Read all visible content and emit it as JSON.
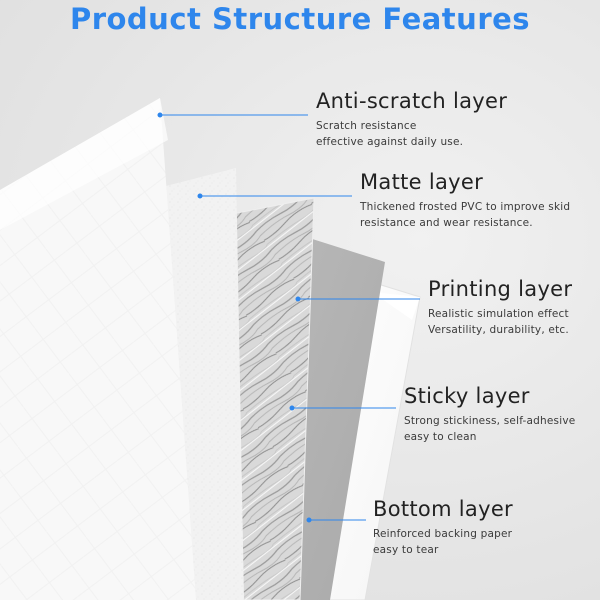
{
  "title": "Product Structure Features",
  "colors": {
    "title": "#2e86ec",
    "leader": "#2e86ec"
  },
  "layers": [
    {
      "name": "Anti-scratch layer",
      "lines": [
        "Scratch resistance",
        "effective against daily use."
      ]
    },
    {
      "name": "Matte layer",
      "lines": [
        "Thickened frosted PVC to improve skid",
        "resistance and wear resistance."
      ]
    },
    {
      "name": "Printing layer",
      "lines": [
        "Realistic simulation effect",
        "Versatility, durability, etc."
      ]
    },
    {
      "name": "Sticky layer",
      "lines": [
        "Strong stickiness, self-adhesive",
        "easy to clean"
      ]
    },
    {
      "name": "Bottom layer",
      "lines": [
        "Reinforced backing paper",
        "easy to tear"
      ]
    }
  ]
}
